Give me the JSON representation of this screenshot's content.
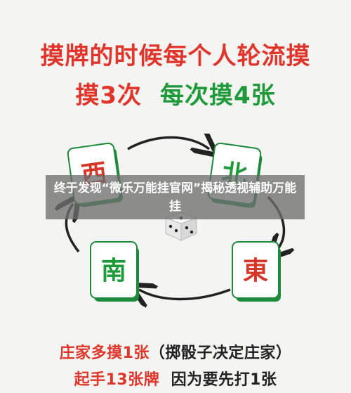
{
  "headline": {
    "line1": "摸牌的时候每个人轮流摸",
    "line2_left": "摸3次",
    "line2_right": "每次摸4张"
  },
  "tiles": {
    "west": "西",
    "north": "北",
    "south": "南",
    "east": "東"
  },
  "overlay": {
    "text": "终于发现“微乐万能挂官网”揭秘透视辅助万能挂"
  },
  "footer": {
    "line1_main": "庄家多摸1张",
    "line1_note": "（掷骰子决定庄家）",
    "line2_main": "起手13张牌",
    "line2_note": "因为要先打1张"
  },
  "colors": {
    "red": "#e0352b",
    "green": "#1f9a3a"
  }
}
